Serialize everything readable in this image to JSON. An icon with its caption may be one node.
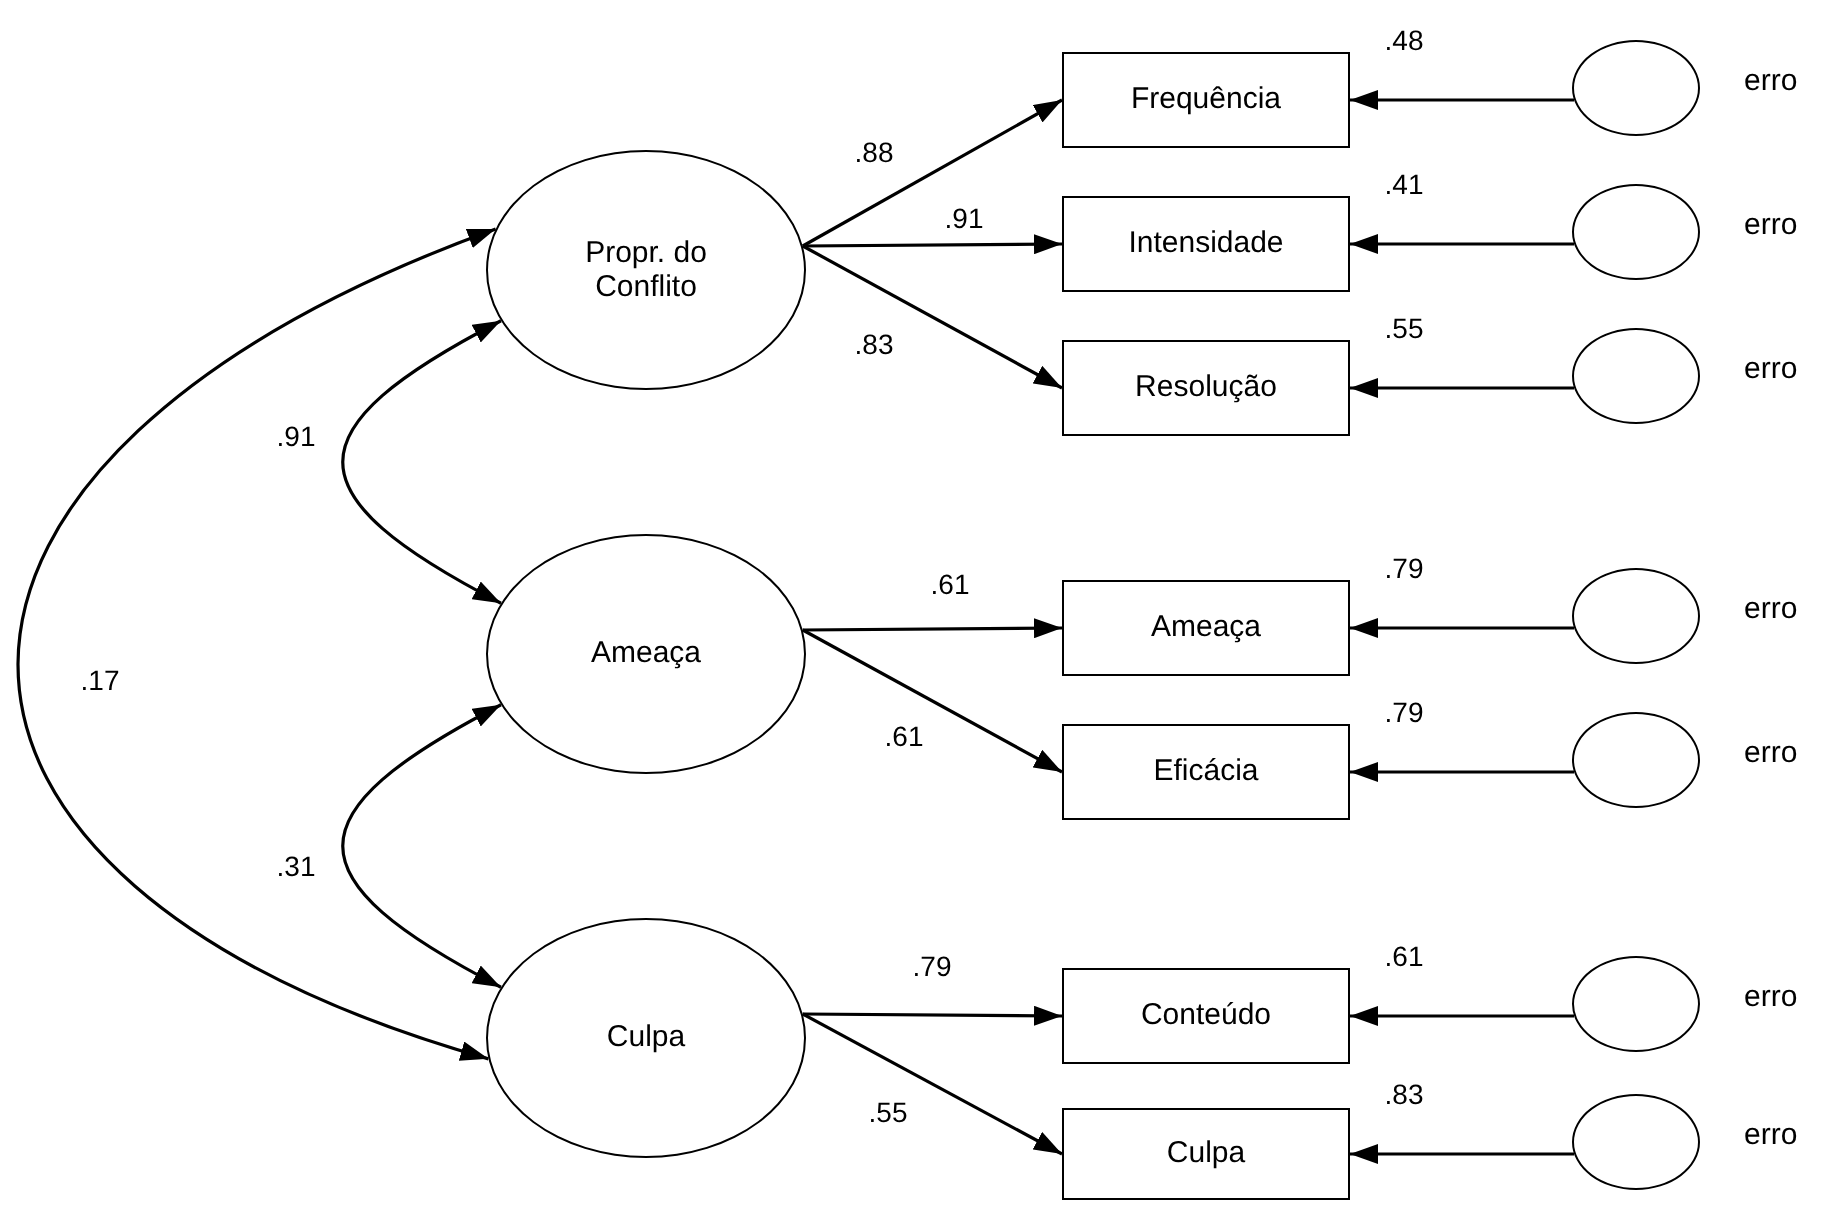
{
  "diagram": {
    "nodes": [
      {
        "text": [
          "Propr. do Conflito"
        ]
      },
      {
        "text": [
          "Ameaça"
        ]
      },
      {
        "text": [
          "Culpa"
        ]
      },
      {
        "text": [
          "Frequência"
        ]
      },
      {
        "text": [
          "Intensidade"
        ]
      },
      {
        "text": [
          "Resolução"
        ]
      },
      {
        "text": [
          "Ameaça"
        ]
      },
      {
        "text": [
          "Eficácia"
        ]
      },
      {
        "text": [
          "Conteúdo"
        ]
      },
      {
        "text": [
          "Culpa"
        ]
      },
      {
        "text": [],
        "shape": "circle",
        "beside": [
          "erro"
        ]
      },
      {
        "text": [],
        "shape": "circle",
        "beside": [
          "erro"
        ]
      },
      {
        "text": [],
        "shape": "circle",
        "beside": [
          "erro"
        ]
      },
      {
        "text": [],
        "shape": "circle",
        "beside": [
          "erro"
        ]
      },
      {
        "text": [],
        "shape": "circle",
        "beside": [
          "erro"
        ]
      },
      {
        "text": [],
        "shape": "circle",
        "beside": [
          "erro"
        ]
      },
      {
        "text": [],
        "shape": "circle",
        "beside": [
          "erro"
        ]
      }
    ],
    "edges": [
      {
        "from": 0,
        "to": 1,
        "arrow": "both",
        "label": ".91"
      },
      {
        "from": 1,
        "to": 2,
        "arrow": "both",
        "label": ".31"
      },
      {
        "from": 0,
        "to": 2,
        "arrow": "both",
        "label": ".17"
      },
      {
        "from": 0,
        "to": 3,
        "arrow": "to",
        "label": ".88"
      },
      {
        "from": 0,
        "to": 4,
        "arrow": "to",
        "label": ".91"
      },
      {
        "from": 0,
        "to": 5,
        "arrow": "to",
        "label": ".83"
      },
      {
        "from": 1,
        "to": 6,
        "arrow": "to",
        "label": ".61"
      },
      {
        "from": 1,
        "to": 7,
        "arrow": "to",
        "label": ".61"
      },
      {
        "from": 2,
        "to": 8,
        "arrow": "to",
        "label": ".79"
      },
      {
        "from": 2,
        "to": 9,
        "arrow": "to",
        "label": ".55"
      },
      {
        "from": 10,
        "to": 3,
        "arrow": "to",
        "label": ".48"
      },
      {
        "from": 11,
        "to": 4,
        "arrow": "to",
        "label": ".41"
      },
      {
        "from": 12,
        "to": 5,
        "arrow": "to",
        "label": ".55"
      },
      {
        "from": 13,
        "to": 6,
        "arrow": "to",
        "label": ".79"
      },
      {
        "from": 14,
        "to": 7,
        "arrow": "to",
        "label": ".79"
      },
      {
        "from": 15,
        "to": 8,
        "arrow": "to",
        "label": ".61"
      },
      {
        "from": 16,
        "to": 9,
        "arrow": "to",
        "label": ".83"
      }
    ]
  }
}
